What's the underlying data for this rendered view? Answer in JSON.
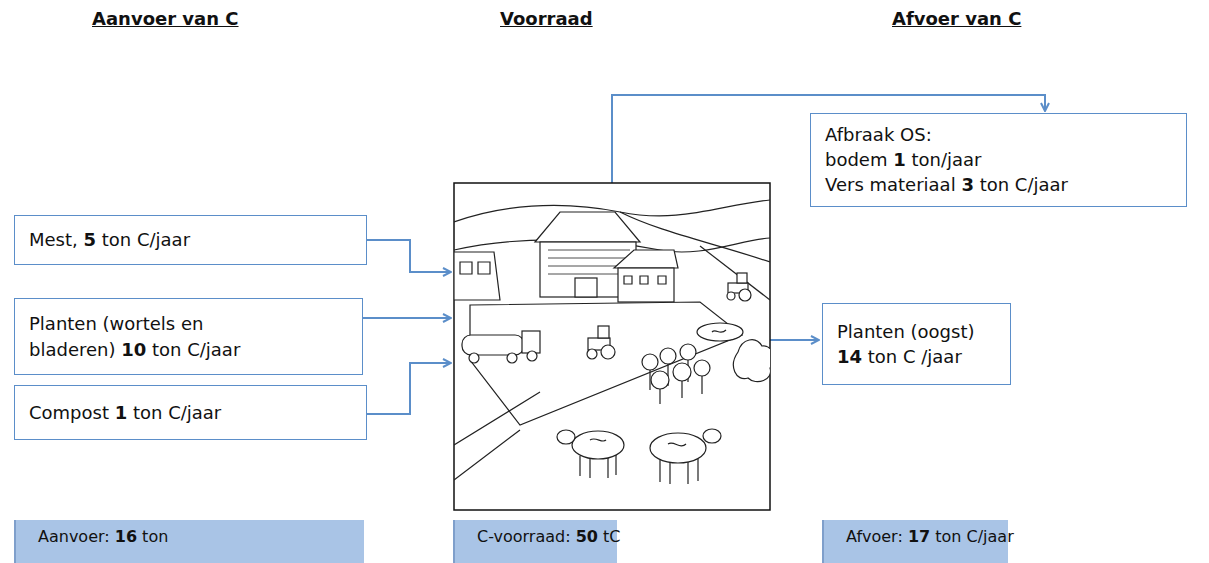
{
  "diagram": {
    "nodes": [
      {
        "text": [
          "Mest, 5 ton C/jaar"
        ]
      },
      {
        "text": [
          "Planten (wortels en bladeren) 10 ton C/jaar"
        ]
      },
      {
        "text": [
          "Compost 1 ton C/jaar"
        ]
      },
      {
        "text": [
          "Afbraak OS:",
          "bodem 1 ton/jaar",
          "Vers materiaal 3 ton C/jaar"
        ]
      },
      {
        "text": [
          "Planten (oogst) 14 ton C /jaar"
        ]
      },
      {
        "text": [
          "Aanvoer: 16 ton"
        ]
      },
      {
        "text": [
          "C-voorraad: 50 tC"
        ]
      },
      {
        "text": [
          "Afvoer: 17 ton C/jaar"
        ]
      }
    ],
    "labels": [
      "Aanvoer van C",
      "Voorraad",
      "Afvoer van C"
    ]
  }
}
